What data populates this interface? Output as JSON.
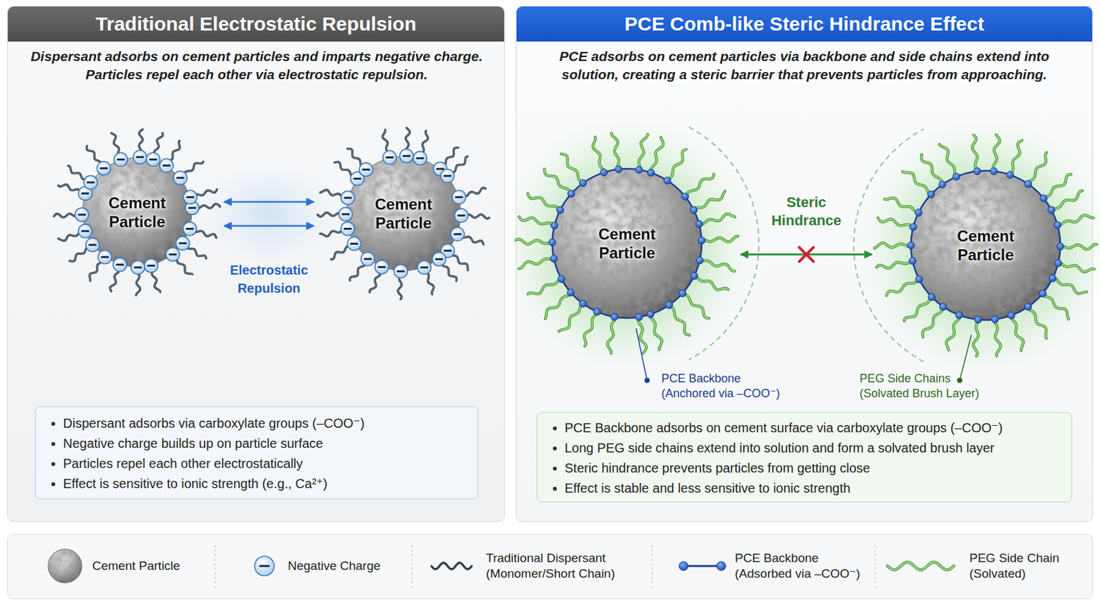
{
  "diagram": {
    "nodes": [
      {
        "text": [
          "Traditional Electrostatic Repulsion",
          "Dispersant adsorbs on cement particles and imparts negative charge. Particles repel each other via electrostatic repulsion."
        ]
      },
      {
        "text": [
          "Cement Particle"
        ],
        "in": 0
      },
      {
        "text": [
          "Cement Particle"
        ],
        "in": 0
      },
      {
        "text": [
          "Dispersant adsorbs via carboxylate groups (–COO⁻)",
          "Negative charge builds up on particle surface",
          "Particles repel each other electrostatically",
          "Effect is sensitive to ionic strength (e.g., Ca²⁺)"
        ],
        "in": 0
      },
      {
        "text": [
          "PCE Comb-like Steric Hindrance Effect",
          "PCE adsorbs on cement particles via backbone and side chains extend into solution, creating a steric barrier that prevents particles from approaching."
        ]
      },
      {
        "text": [
          "Cement Particle"
        ],
        "in": 4
      },
      {
        "text": [
          "Cement Particle"
        ],
        "in": 4
      },
      {
        "text": [
          "PCE Backbone adsorbs on cement surface via carboxylate groups (–COO⁻)",
          "Long PEG side chains extend into solution and form a solvated brush layer",
          "Steric hindrance prevents particles from getting close",
          "Effect is stable and less sensitive to ionic strength"
        ],
        "in": 4
      }
    ],
    "edges": [
      {
        "from": 1,
        "to": 2,
        "arrow": "both",
        "label": "Electrostatic Repulsion"
      },
      {
        "from": 1,
        "to": 2,
        "arrow": "both"
      },
      {
        "from": 5,
        "to": 6,
        "arrow": "both",
        "label": "Steric Hindrance"
      }
    ],
    "labels": [
      "PCE Backbone (Anchored via –COO⁻)",
      "PEG Side Chains (Solvated Brush Layer)"
    ],
    "legend": [
      {
        "text": "Cement Particle"
      },
      {
        "text": "Negative Charge"
      },
      {
        "text": "Traditional Dispersant (Monomer/Short Chain)"
      },
      {
        "text": "PCE Backbone (Adsorbed via –COO⁻)"
      },
      {
        "text": "PEG Side Chain (Solvated)"
      }
    ]
  }
}
